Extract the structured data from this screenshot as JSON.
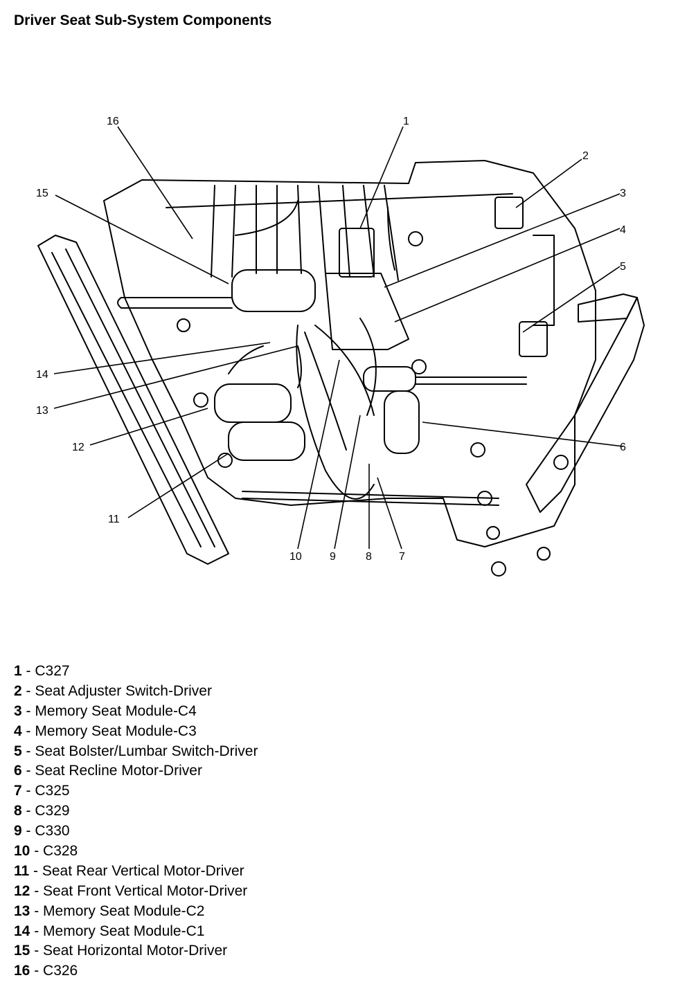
{
  "title": "Driver Seat Sub-System Components",
  "callouts": [
    "1",
    "2",
    "3",
    "4",
    "5",
    "6",
    "7",
    "8",
    "9",
    "10",
    "11",
    "12",
    "13",
    "14",
    "15",
    "16"
  ],
  "legend": [
    {
      "num": "1",
      "sep": " - ",
      "label": "C327"
    },
    {
      "num": "2",
      "sep": " - ",
      "label": "Seat Adjuster Switch-Driver"
    },
    {
      "num": "3",
      "sep": " - ",
      "label": "Memory Seat Module-C4"
    },
    {
      "num": "4",
      "sep": " - ",
      "label": "Memory Seat Module-C3"
    },
    {
      "num": "5",
      "sep": " - ",
      "label": "Seat Bolster/Lumbar Switch-Driver"
    },
    {
      "num": "6",
      "sep": " - ",
      "label": "Seat Recline Motor-Driver"
    },
    {
      "num": "7",
      "sep": " - ",
      "label": "C325"
    },
    {
      "num": "8",
      "sep": " - ",
      "label": "C329"
    },
    {
      "num": "9",
      "sep": " - ",
      "label": "C330"
    },
    {
      "num": "10",
      "sep": " - ",
      "label": "C328"
    },
    {
      "num": "11",
      "sep": " - ",
      "label": "Seat Rear Vertical Motor-Driver"
    },
    {
      "num": "12",
      "sep": " - ",
      "label": "Seat Front Vertical Motor-Driver"
    },
    {
      "num": "13",
      "sep": " - ",
      "label": "Memory Seat Module-C2"
    },
    {
      "num": "14",
      "sep": " - ",
      "label": "Memory Seat Module-C1"
    },
    {
      "num": "15",
      "sep": " - ",
      "label": "Seat Horizontal Motor-Driver"
    },
    {
      "num": "16",
      "sep": " - ",
      "label": "C326"
    }
  ]
}
